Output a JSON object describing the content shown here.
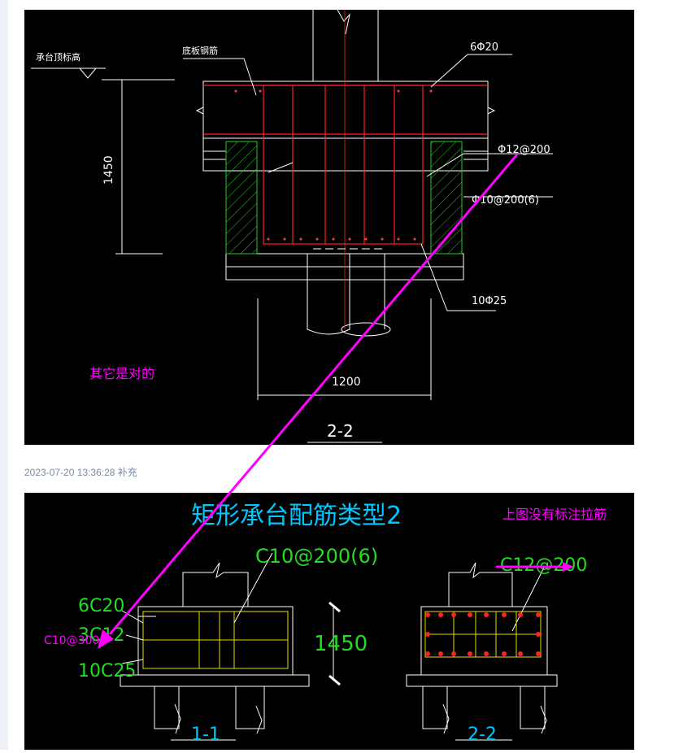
{
  "timestamp": "2023-07-20 13:36:28",
  "timestamp_suffix": "补充",
  "top_drawing": {
    "label_cap_top": "承台顶标高",
    "label_bottom_rebar": "底板钢筋",
    "label_top_bars": "6Φ20",
    "label_tie": "Φ12@200",
    "label_stirrup": "Φ10@200(6)",
    "label_bottom_bars": "10Φ25",
    "dim_height": "1450",
    "dim_width": "1200",
    "section": "2-2",
    "note": "其它是对的"
  },
  "bottom_drawing": {
    "title": "矩形承台配筋类型2",
    "note": "上图没有标注拉筋",
    "label_stirrup": "C10@200(6)",
    "label_top_bars": "6C20",
    "label_tie_left": "3C12",
    "label_inserted": "C10@300",
    "label_bottom_bars": "10C25",
    "dim_height": "1450",
    "label_tie_right": "C12@200",
    "section_left": "1-1",
    "section_right": "2-2"
  },
  "colors": {
    "annotation": "#ff00ff",
    "title": "#00c8ff",
    "label_green": "#22dd22",
    "rebar_red": "#ff2222",
    "rebar_yellow": "#e0e000"
  }
}
